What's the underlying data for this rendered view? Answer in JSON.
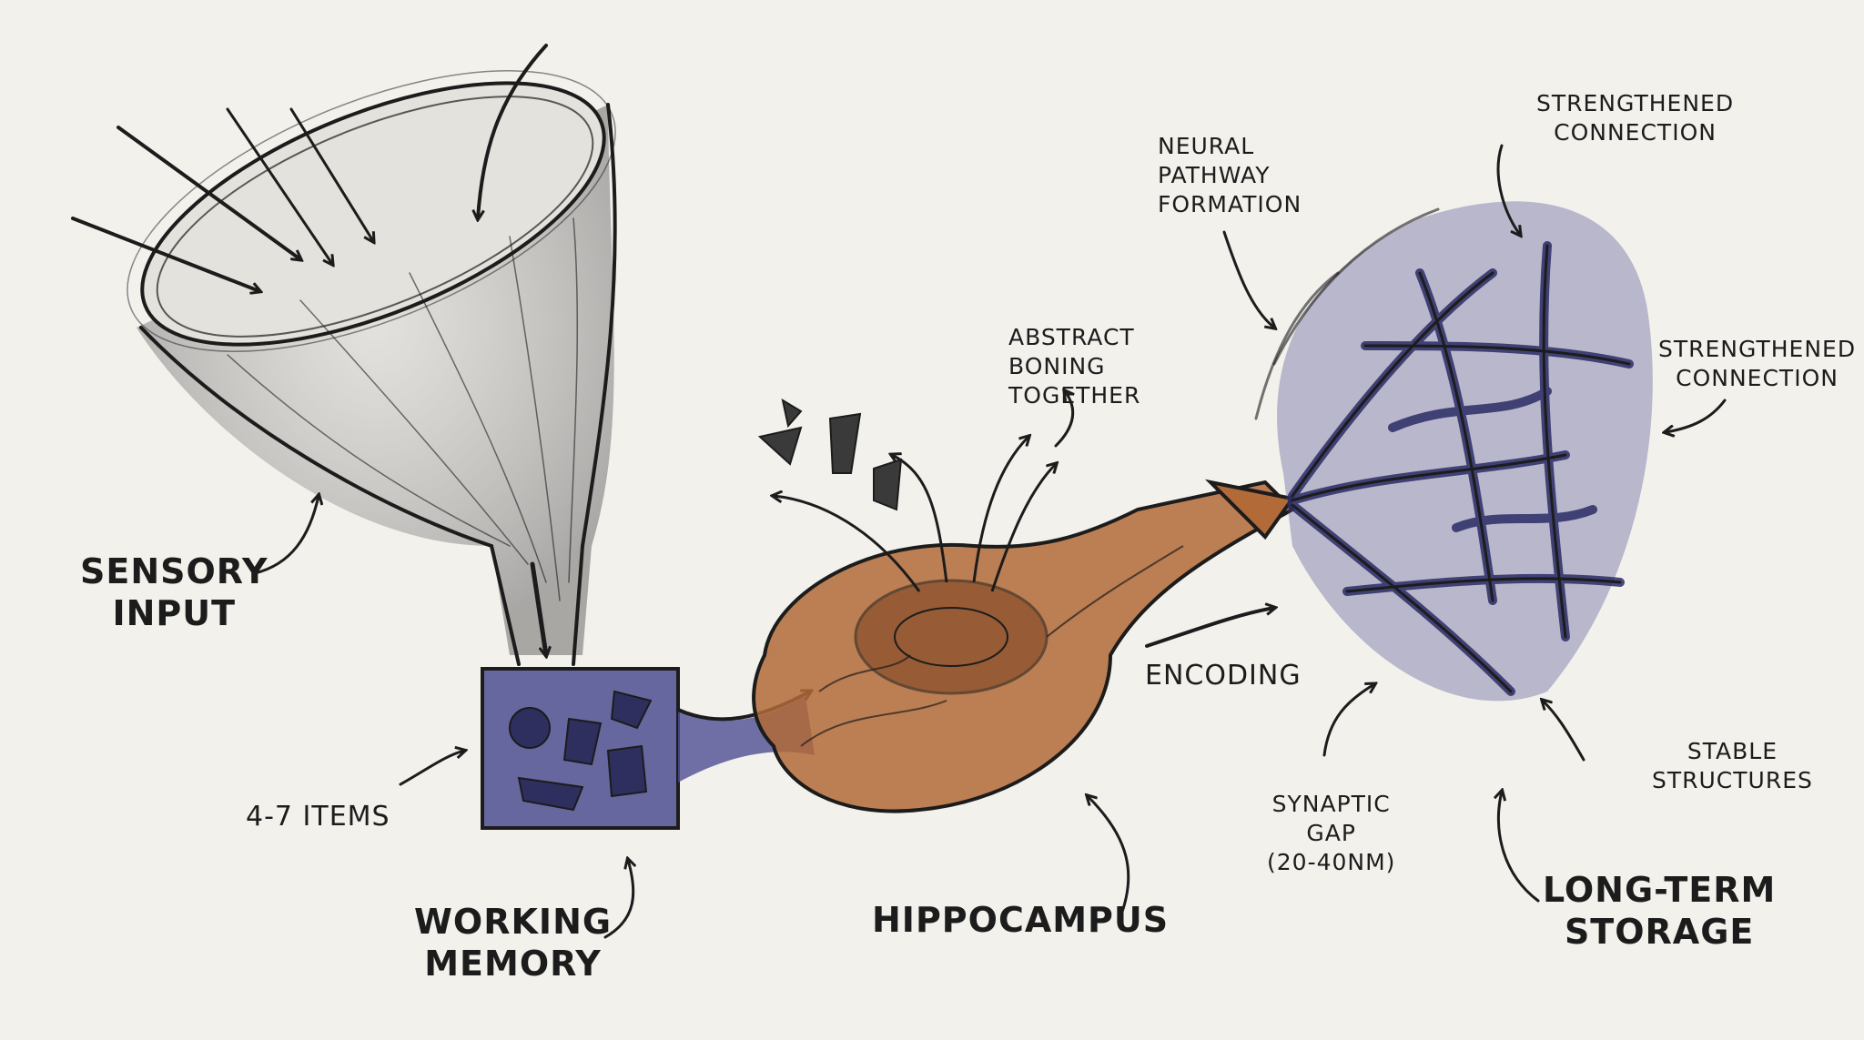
{
  "labels": {
    "sensory_input": [
      "SENSORY",
      "INPUT"
    ],
    "items": "4-7 ITEMS",
    "working_memory": [
      "WORKING",
      "MEMORY"
    ],
    "abstract": [
      "ABSTRACT",
      "BONING",
      "TOGETHER"
    ],
    "hippocampus": "HIPPOCAMPUS",
    "encoding": "ENCODING",
    "neural_pathway": [
      "NEURAL",
      "PATHWAY",
      "FORMATION"
    ],
    "strengthened_top": [
      "STRENGTHENED",
      "CONNECTION"
    ],
    "strengthened_right": [
      "STRENGTHENED",
      "CONNECTION"
    ],
    "synaptic_gap": [
      "SYNAPTIC",
      "GAP",
      "(20-40nm)"
    ],
    "stable_structures": [
      "STABLE",
      "STRUCTURES"
    ],
    "long_term": [
      "LONG-TERM",
      "STORAGE"
    ]
  },
  "colors": {
    "ink": "#1c1c1c",
    "working_memory_wash": "#4e4f93",
    "hippocampus_wash": "#b26a38",
    "network_wash": "#4a4a8e",
    "paper": "#f3f1ec"
  }
}
